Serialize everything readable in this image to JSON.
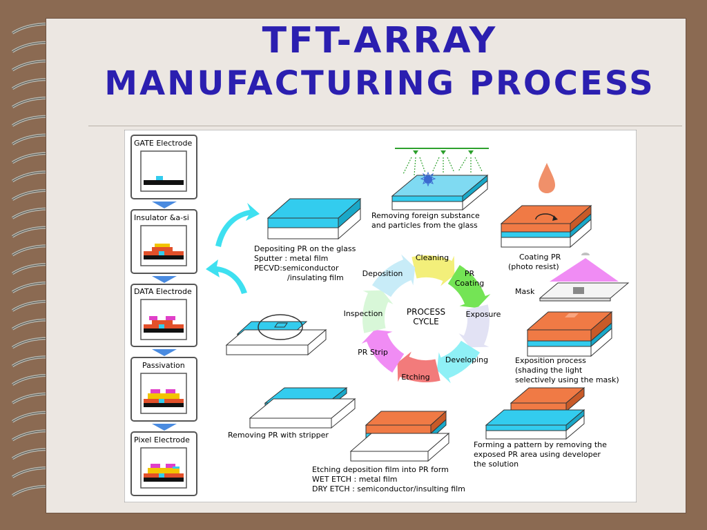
{
  "title": {
    "line1": "TFT-ARRAY",
    "line2": "MANUFACTURING PROCESS"
  },
  "steps": [
    {
      "label": "GATE Electrode"
    },
    {
      "label": "Insulator &a-si"
    },
    {
      "label": "DATA Electrode"
    },
    {
      "label": "Passivation"
    },
    {
      "label": "Pixel Electrode"
    }
  ],
  "cycle": {
    "center_line1": "PROCESS",
    "center_line2": "CYCLE",
    "segments": [
      {
        "label": "Cleaning",
        "color": "#f3ef7a"
      },
      {
        "label_line1": "PR",
        "label_line2": "Coating",
        "color": "#74e455"
      },
      {
        "label": "Exposure",
        "color": "#e2e2f4"
      },
      {
        "label": "Developing",
        "color": "#8ff0f6"
      },
      {
        "label": "Etching",
        "color": "#f27b7b"
      },
      {
        "label": "PR Strip",
        "color": "#f08cf4"
      },
      {
        "label": "Inspection",
        "color": "#d8f7d8"
      },
      {
        "label": "Deposition",
        "color": "#c8ecf8"
      }
    ]
  },
  "captions": {
    "depositing": [
      "Depositing PR on the glass",
      "Sputter : metal film",
      "PECVD:semiconductor",
      "/insulating film"
    ],
    "removing_foreign": [
      "Removing foreign substance",
      "and particles from the glass"
    ],
    "coating": [
      "Coating PR",
      "(photo resist)"
    ],
    "mask": "Mask",
    "exposition": [
      "Exposition process",
      "(shading the light",
      "selectively using the mask)"
    ],
    "forming": [
      "Forming a pattern by removing the",
      "exposed PR area using developer",
      "the solution"
    ],
    "etching": [
      "Etching deposition film into PR form",
      "WET ETCH : metal film",
      "DRY ETCH : semiconductor/insulting film"
    ],
    "removing_pr": "Removing PR with stripper"
  },
  "colors": {
    "title": "#2b1fb0",
    "cyan": "#33ccee",
    "orange": "#f07a45",
    "arrow_cyan": "#3ee0f0"
  }
}
